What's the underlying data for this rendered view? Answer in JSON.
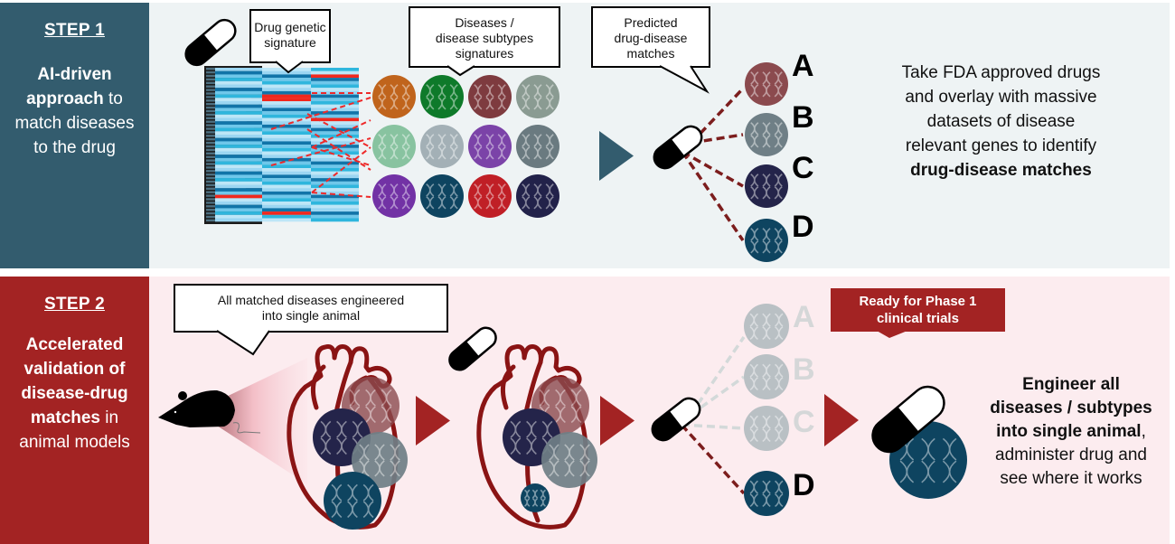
{
  "step1": {
    "title": "STEP 1",
    "desc_bold": "AI-driven approach",
    "desc_rest": " to match diseases to the drug",
    "callouts": {
      "drug_signature": [
        "Drug genetic",
        "signature"
      ],
      "disease_signatures": [
        "Diseases /",
        "disease subtypes",
        "signatures"
      ],
      "predicted_matches": [
        "Predicted",
        "drug-disease",
        "matches"
      ]
    },
    "matches": [
      {
        "label": "A",
        "color": "#8b4a4e"
      },
      {
        "label": "B",
        "color": "#6f7f86"
      },
      {
        "label": "C",
        "color": "#24244a"
      },
      {
        "label": "D",
        "color": "#0e4460"
      }
    ],
    "disease_grid_colors": [
      "#c0641c",
      "#0e7a2a",
      "#7e3b3f",
      "#8a9b92",
      "#88c3a0",
      "#a3b0b6",
      "#7b43a8",
      "#6a7a80",
      "#7232a5",
      "#0e4460",
      "#c01f26",
      "#22224a"
    ],
    "description_lines": [
      "Take FDA approved drugs",
      "and overlay with massive",
      "datasets of disease",
      "relevant genes to identify"
    ],
    "description_bold": "drug-disease matches",
    "accent_color": "#335c6e"
  },
  "step2": {
    "title": "STEP 2",
    "desc_parts": [
      {
        "text": "Accelerated validation of disease-drug matches",
        "bold": true
      },
      {
        "text": " in animal models",
        "bold": false
      }
    ],
    "callout": [
      "All matched diseases engineered",
      "into single animal"
    ],
    "badge": [
      "Ready for Phase 1",
      "clinical trials"
    ],
    "matches": [
      {
        "label": "A",
        "faded": true
      },
      {
        "label": "B",
        "faded": true
      },
      {
        "label": "C",
        "faded": true
      },
      {
        "label": "D",
        "faded": false
      }
    ],
    "description_bold_lines": [
      "Engineer all",
      "diseases / subtypes",
      "into single animal"
    ],
    "description_tail": ",",
    "description_lines": [
      "administer drug and",
      "see where it works"
    ],
    "accent_color": "#a32323"
  }
}
